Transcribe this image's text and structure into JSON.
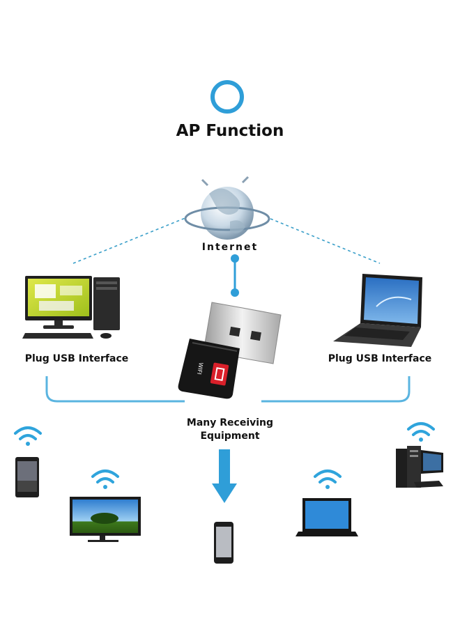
{
  "title": "AP Function",
  "internet_label": "Internet",
  "left_label": "Plug USB Interface",
  "right_label": "Plug USB Interface",
  "receiving_label": [
    "Many Receiving",
    "Equipment"
  ],
  "adapter_logo": "WIFI",
  "colors": {
    "accent": "#2f9ed8",
    "line": "#5ab4e0",
    "dark": "#1a1a1a",
    "adapter_red": "#d9202a"
  },
  "icons": [
    "ring-icon",
    "globe-icon",
    "desktop-pc-icon",
    "laptop-icon",
    "usb-adapter-icon",
    "wifi-icon",
    "arrow-down-icon",
    "tablet-icon",
    "monitor-icon",
    "phone-icon",
    "server-icon"
  ]
}
